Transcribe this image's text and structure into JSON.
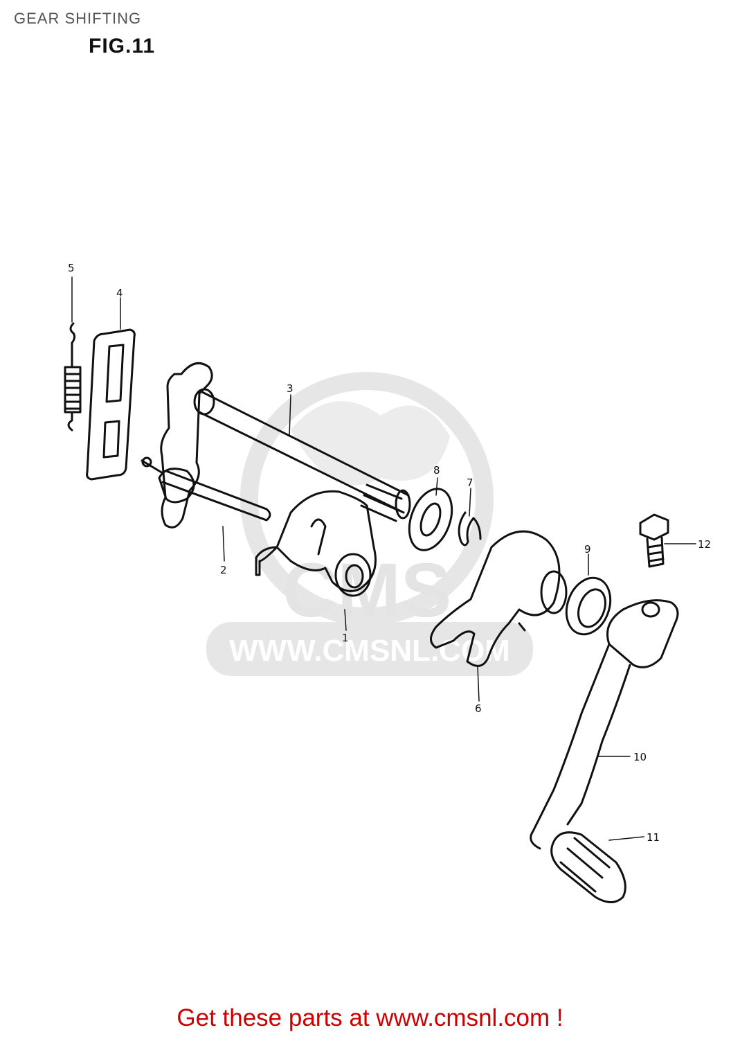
{
  "page": {
    "section_title": "GEAR SHIFTING",
    "figure_label": "FIG.11",
    "footer_text": "Get these parts at www.cmsnl.com !"
  },
  "watermark": {
    "text": "WWW.CMSNL.COM",
    "logo_text": "CMS",
    "color": "#e6e6e6"
  },
  "callouts": [
    "1",
    "2",
    "3",
    "4",
    "5",
    "6",
    "7",
    "8",
    "9",
    "10",
    "11",
    "12"
  ],
  "colors": {
    "line": "#111111",
    "footer": "#cc0000",
    "title": "#555555"
  }
}
